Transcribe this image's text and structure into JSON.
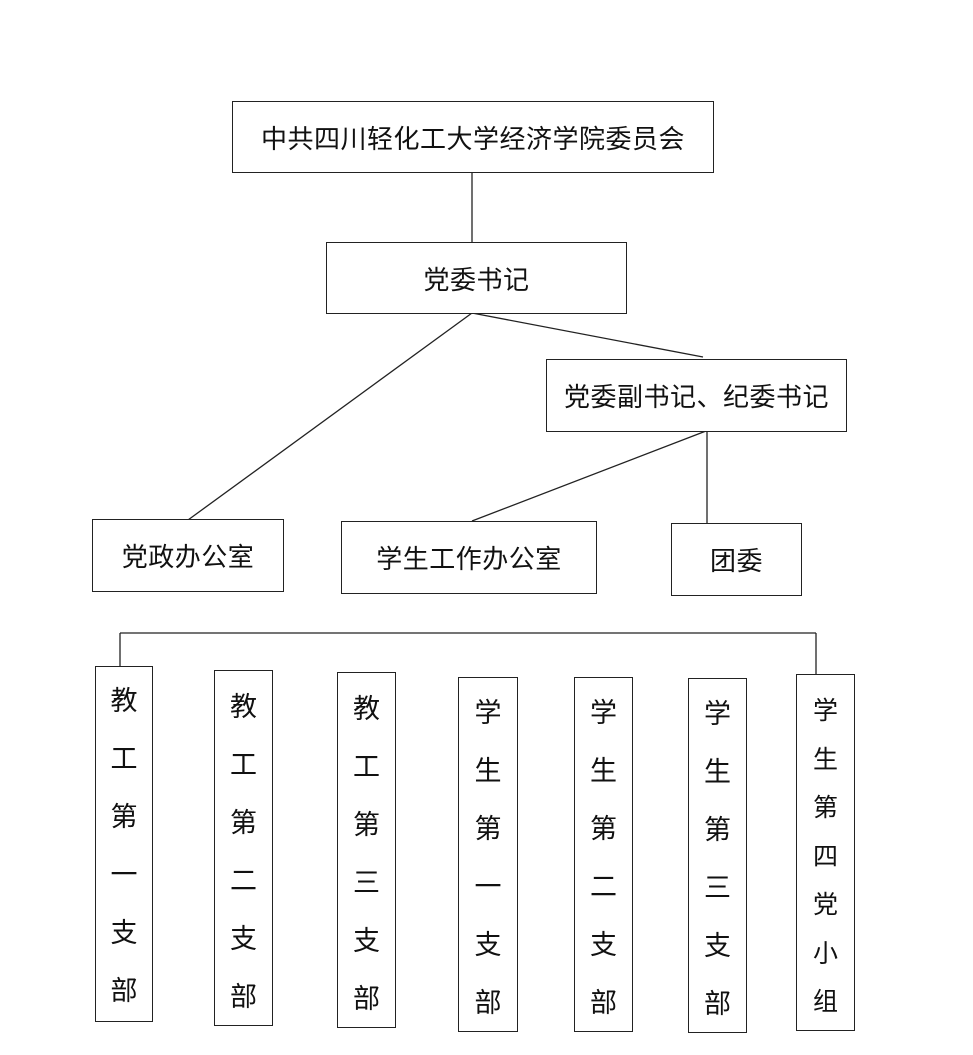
{
  "committee": "中共四川轻化工大学经济学院委员会",
  "secretary": "党委书记",
  "deputy": "党委副书记、纪委书记",
  "offices": {
    "party_admin": "党政办公室",
    "student_affairs": "学生工作办公室",
    "youth_league": "团委"
  },
  "branches": [
    {
      "chars": [
        "教",
        "工",
        "第",
        "一",
        "支",
        "部"
      ]
    },
    {
      "chars": [
        "教",
        "工",
        "第",
        "二",
        "支",
        "部"
      ]
    },
    {
      "chars": [
        "教",
        "工",
        "第",
        "三",
        "支",
        "部"
      ]
    },
    {
      "chars": [
        "学",
        "生",
        "第",
        "一",
        "支",
        "部"
      ]
    },
    {
      "chars": [
        "学",
        "生",
        "第",
        "二",
        "支",
        "部"
      ]
    },
    {
      "chars": [
        "学",
        "生",
        "第",
        "三",
        "支",
        "部"
      ]
    },
    {
      "chars": [
        "学",
        "生",
        "第",
        "四",
        "党",
        "小",
        "组"
      ]
    }
  ]
}
